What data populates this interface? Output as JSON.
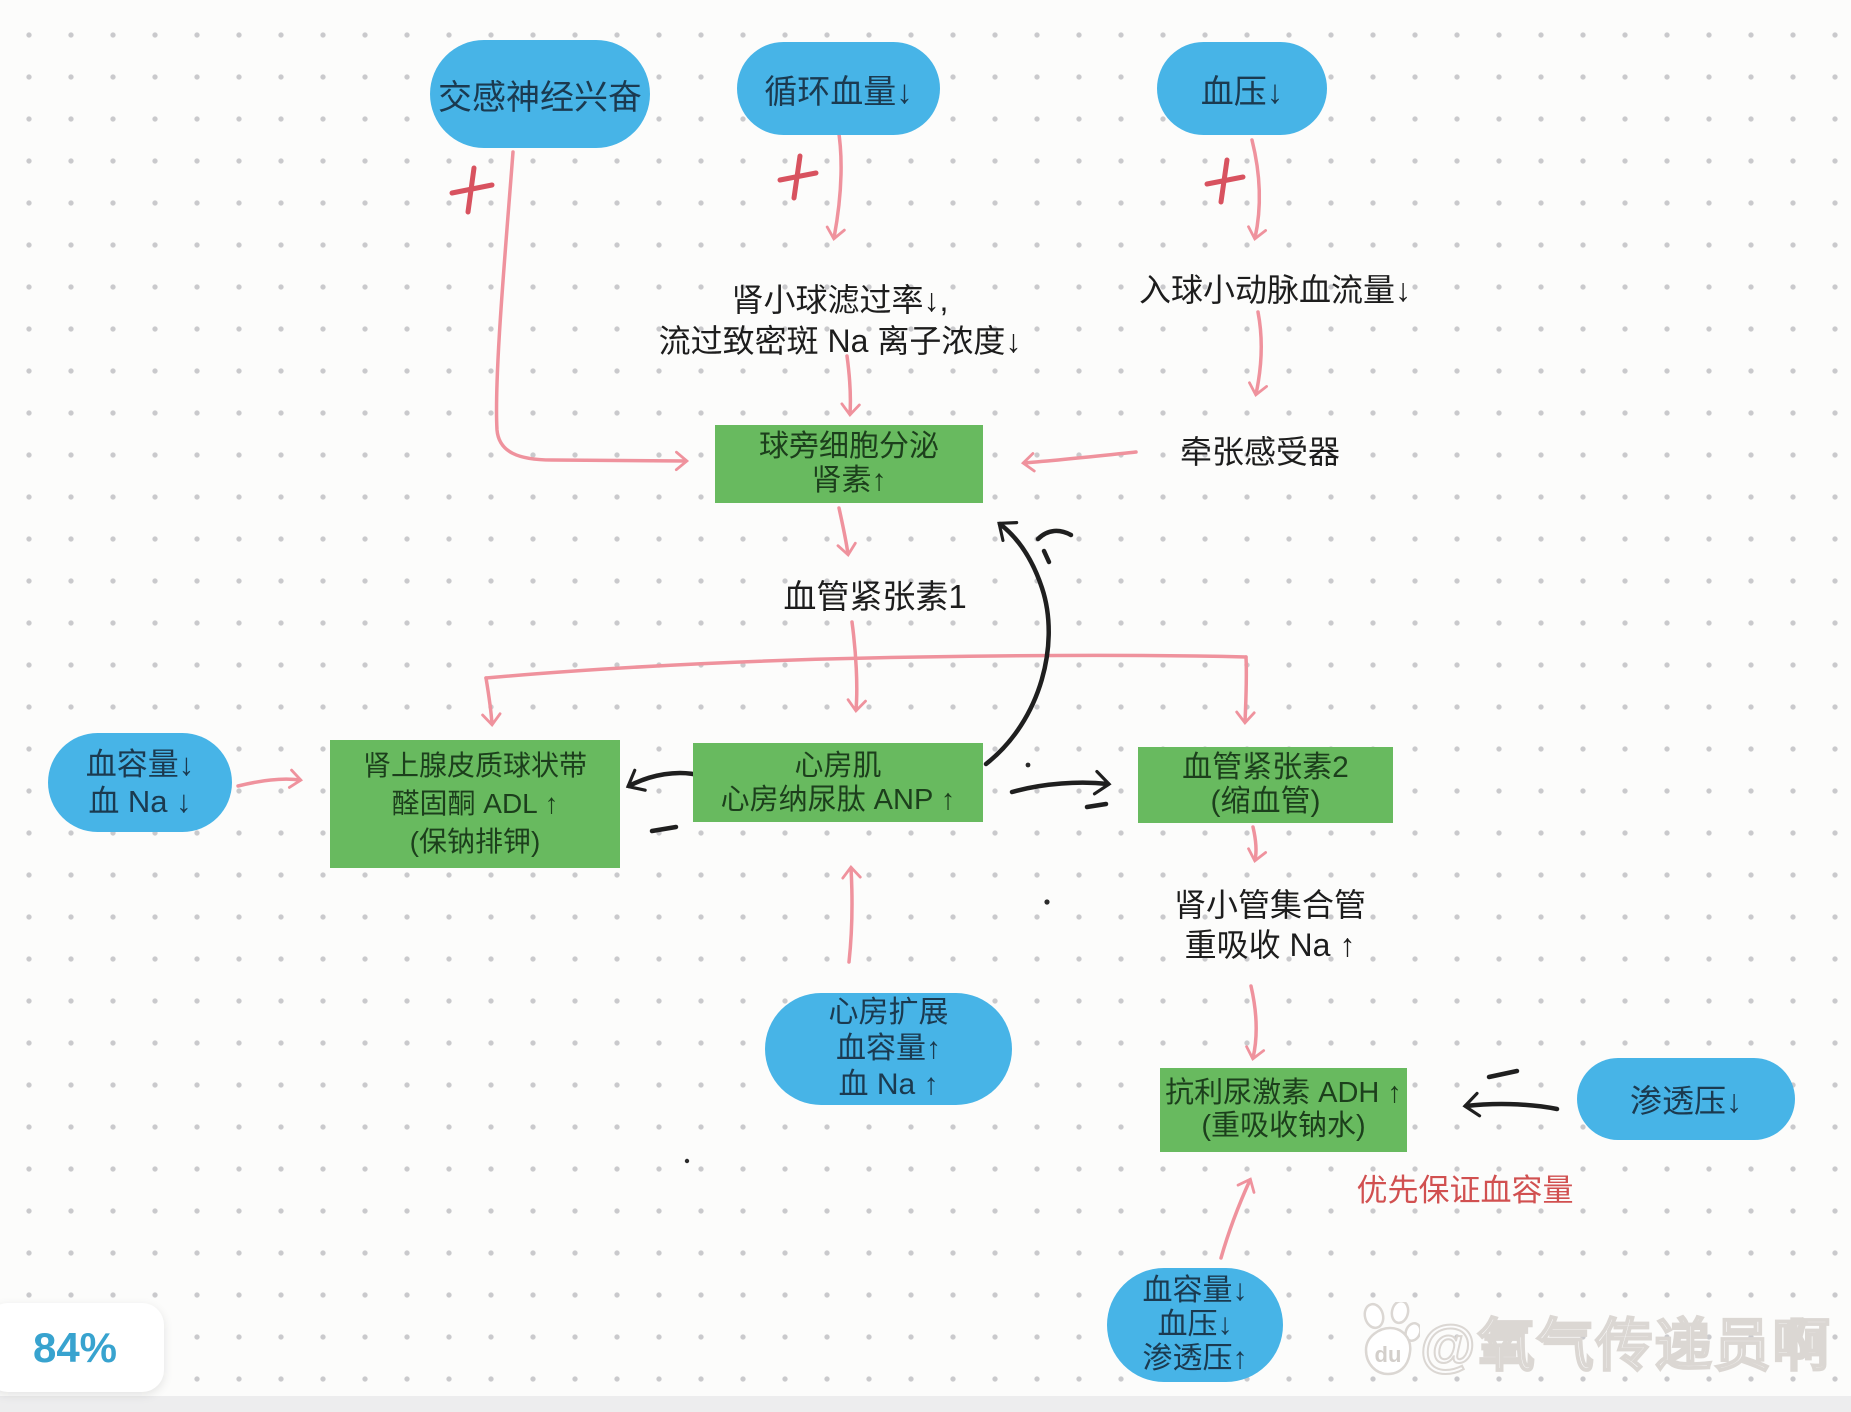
{
  "page": {
    "zoom_badge": "84%",
    "watermark": {
      "handle": "@氧气传递员啊",
      "logo_text": "du"
    }
  },
  "colors": {
    "node_blue": "#47b4e7",
    "node_green": "#68ba5f",
    "arrow_pink": "#ef929d",
    "plus_red": "#d8525f",
    "ink_black": "#1f1f1f",
    "note_red": "#d15050",
    "badge_blue": "#38a3cf"
  },
  "nodes": {
    "sympathetic": {
      "label": "交感神经兴奋"
    },
    "circulating": {
      "label": "循环血量↓"
    },
    "bp": {
      "label": "血压↓"
    },
    "gfr": {
      "lines": [
        "肾小球滤过率↓,",
        "流过致密斑 Na 离子浓度↓"
      ]
    },
    "afferent": {
      "label": "入球小动脉血流量↓"
    },
    "stretch": {
      "label": "牵张感受器"
    },
    "renin": {
      "lines": [
        "球旁细胞分泌",
        "肾素↑"
      ]
    },
    "at1": {
      "label": "血管紧张素1"
    },
    "bloodvol": {
      "lines": [
        "血容量↓",
        "血 Na ↓"
      ]
    },
    "aldosterone": {
      "lines": [
        "肾上腺皮质球状带",
        "醛固酮 ADL ↑",
        "(保钠排钾)"
      ]
    },
    "anp": {
      "lines": [
        "心房肌",
        "心房纳尿肽 ANP ↑"
      ]
    },
    "at2": {
      "lines": [
        "血管紧张素2",
        "(缩血管)"
      ]
    },
    "tubule": {
      "lines": [
        "肾小管集合管",
        "重吸收 Na ↑"
      ]
    },
    "atrium": {
      "lines": [
        "心房扩展",
        "血容量↑",
        "血 Na ↑"
      ]
    },
    "adh": {
      "lines": [
        "抗利尿激素 ADH ↑",
        "(重吸收钠水)"
      ]
    },
    "osmotic": {
      "label": "渗透压↓"
    },
    "bottom_state": {
      "lines": [
        "血容量↓",
        "血压↓",
        "渗透压↑"
      ]
    },
    "priority_note": "优先保证血容量"
  }
}
